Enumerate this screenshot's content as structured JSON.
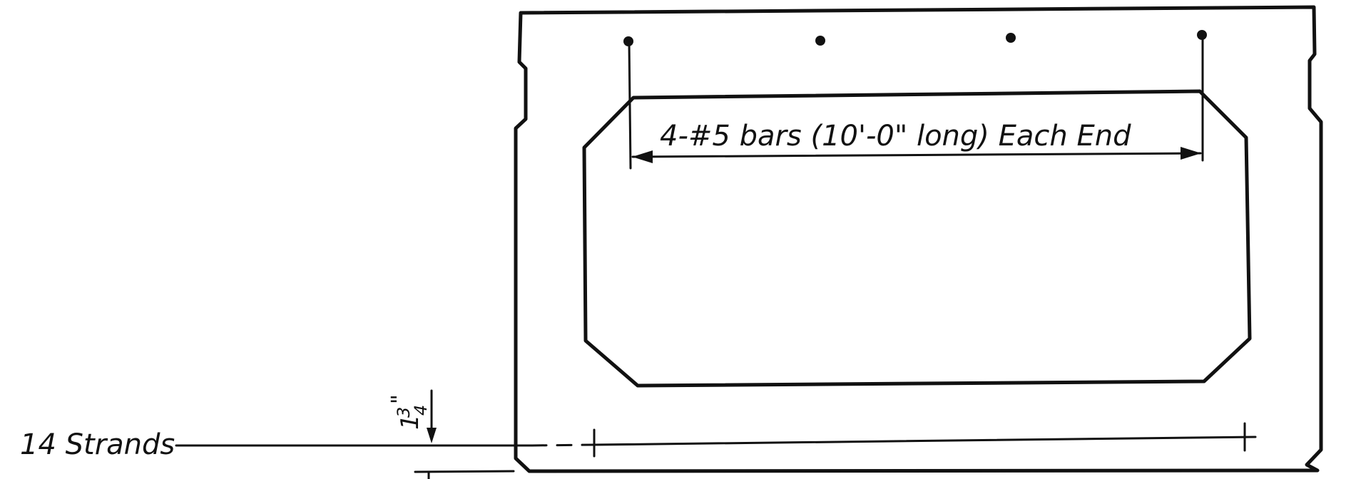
{
  "labels": {
    "bars_note": "4-#5 bars (10'-0\" long) Each End",
    "strands_label": "14 Strands",
    "cover_whole": "1",
    "cover_num": "3",
    "cover_den": "4",
    "cover_unit": "\""
  },
  "colors": {
    "ink": "#111111",
    "paper": "#ffffff"
  }
}
